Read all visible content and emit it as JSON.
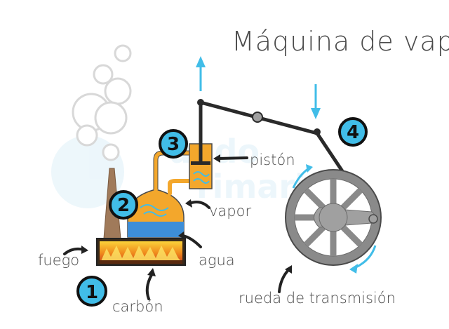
{
  "title": "Máquina de vapor",
  "labels": {
    "fuego": "fuego",
    "carbon": "carbón",
    "agua": "agua",
    "vapor": "vapor",
    "piston": "pistón",
    "rueda": "rueda de transmisión"
  },
  "steps": [
    "1",
    "2",
    "3",
    "4"
  ],
  "watermark": "mundo primaria",
  "colors": {
    "accent_cyan": "#41bde8",
    "boiler_orange": "#f3a72c",
    "water_blue": "#3d8ed8",
    "chimney_brown": "#a07a5a",
    "wheel_gray": "#8a8a8a",
    "rod_dark": "#2a2a2a",
    "smoke": "#e6e6e6"
  }
}
